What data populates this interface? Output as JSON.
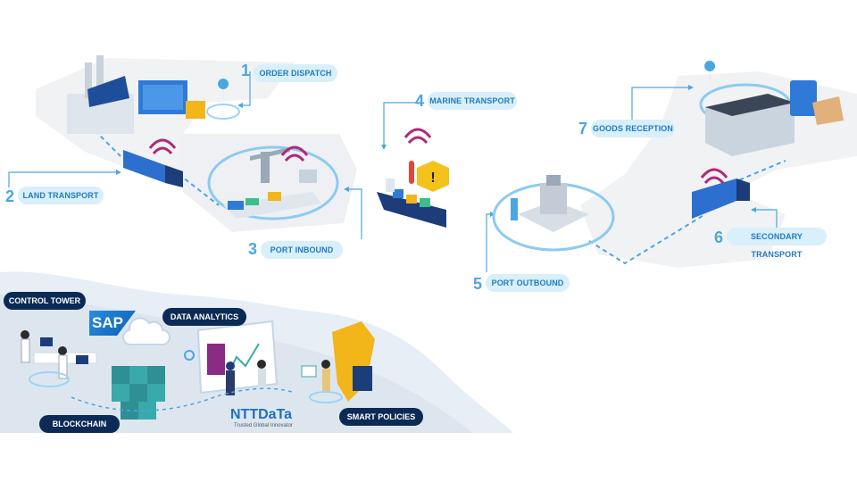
{
  "steps": [
    {
      "num": "1",
      "label": "ORDER DISPATCH"
    },
    {
      "num": "2",
      "label": "LAND TRANSPORT"
    },
    {
      "num": "3",
      "label": "PORT INBOUND"
    },
    {
      "num": "4",
      "label": "MARINE TRANSPORT"
    },
    {
      "num": "5",
      "label": "PORT OUTBOUND"
    },
    {
      "num": "6",
      "label": "SECONDARY TRANSPORT"
    },
    {
      "num": "7",
      "label": "GOODS RECEPTION"
    }
  ],
  "platform": {
    "control_tower": "CONTROL TOWER",
    "data_analytics": "DATA ANALYTICS",
    "blockchain": "BLOCKCHAIN",
    "smart_policies": "SMART POLICIES"
  },
  "logos": {
    "sap": "SAP",
    "ntt": "NTTDaTa",
    "ntt_tagline": "Trusted Global Innovator"
  },
  "colors": {
    "accent": "#4ba6e0",
    "pill_bg": "#d9effa",
    "pill_text": "#1f7cc0",
    "dark_pill": "#0b2a55",
    "warning": "#f4c21c",
    "iot_signal": "#b0287a"
  }
}
